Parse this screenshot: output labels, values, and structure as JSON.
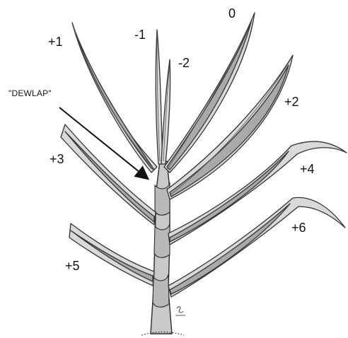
{
  "labels": {
    "leaf_0": "0",
    "leaf_m1": "-1",
    "leaf_m2": "-2",
    "leaf_p1": "+1",
    "leaf_p2": "+2",
    "leaf_p3": "+3",
    "leaf_p4": "+4",
    "leaf_p5": "+5",
    "leaf_p6": "+6"
  },
  "annotation": {
    "text": "\"DEWLAP\""
  },
  "signature": "sb"
}
